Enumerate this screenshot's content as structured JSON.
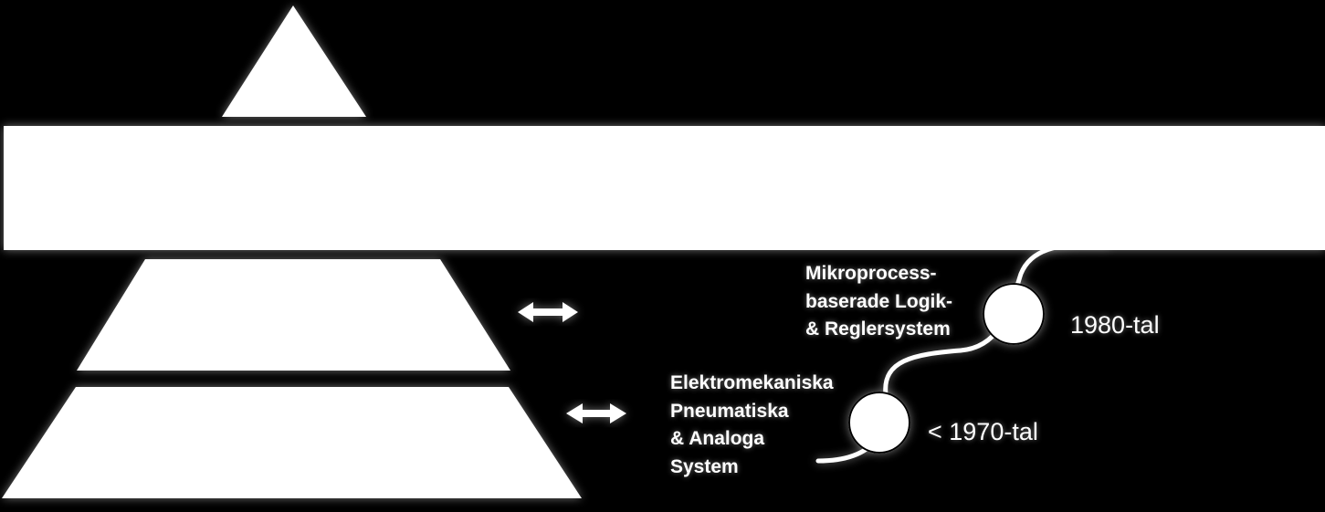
{
  "colors": {
    "background": "#000000",
    "shape_fill": "#ffffff",
    "text": "#ffffff"
  },
  "pyramid": {
    "levels": [
      "apex-triangle",
      "wide-band",
      "middle-tier",
      "bottom-tier"
    ]
  },
  "connectors": {
    "middle_tier_arrow": "double-arrow-icon",
    "bottom_tier_arrow": "double-arrow-icon"
  },
  "timeline": {
    "path": "wavy-line",
    "milestones": [
      {
        "era": "1980-tal",
        "label_lines": [
          "Mikroprocess-",
          "baserade Logik-",
          "& Reglersystem"
        ]
      },
      {
        "era": "< 1970-tal",
        "label_lines": [
          "Elektromekaniska",
          "Pneumatiska",
          "& Analoga",
          "System"
        ]
      }
    ]
  }
}
